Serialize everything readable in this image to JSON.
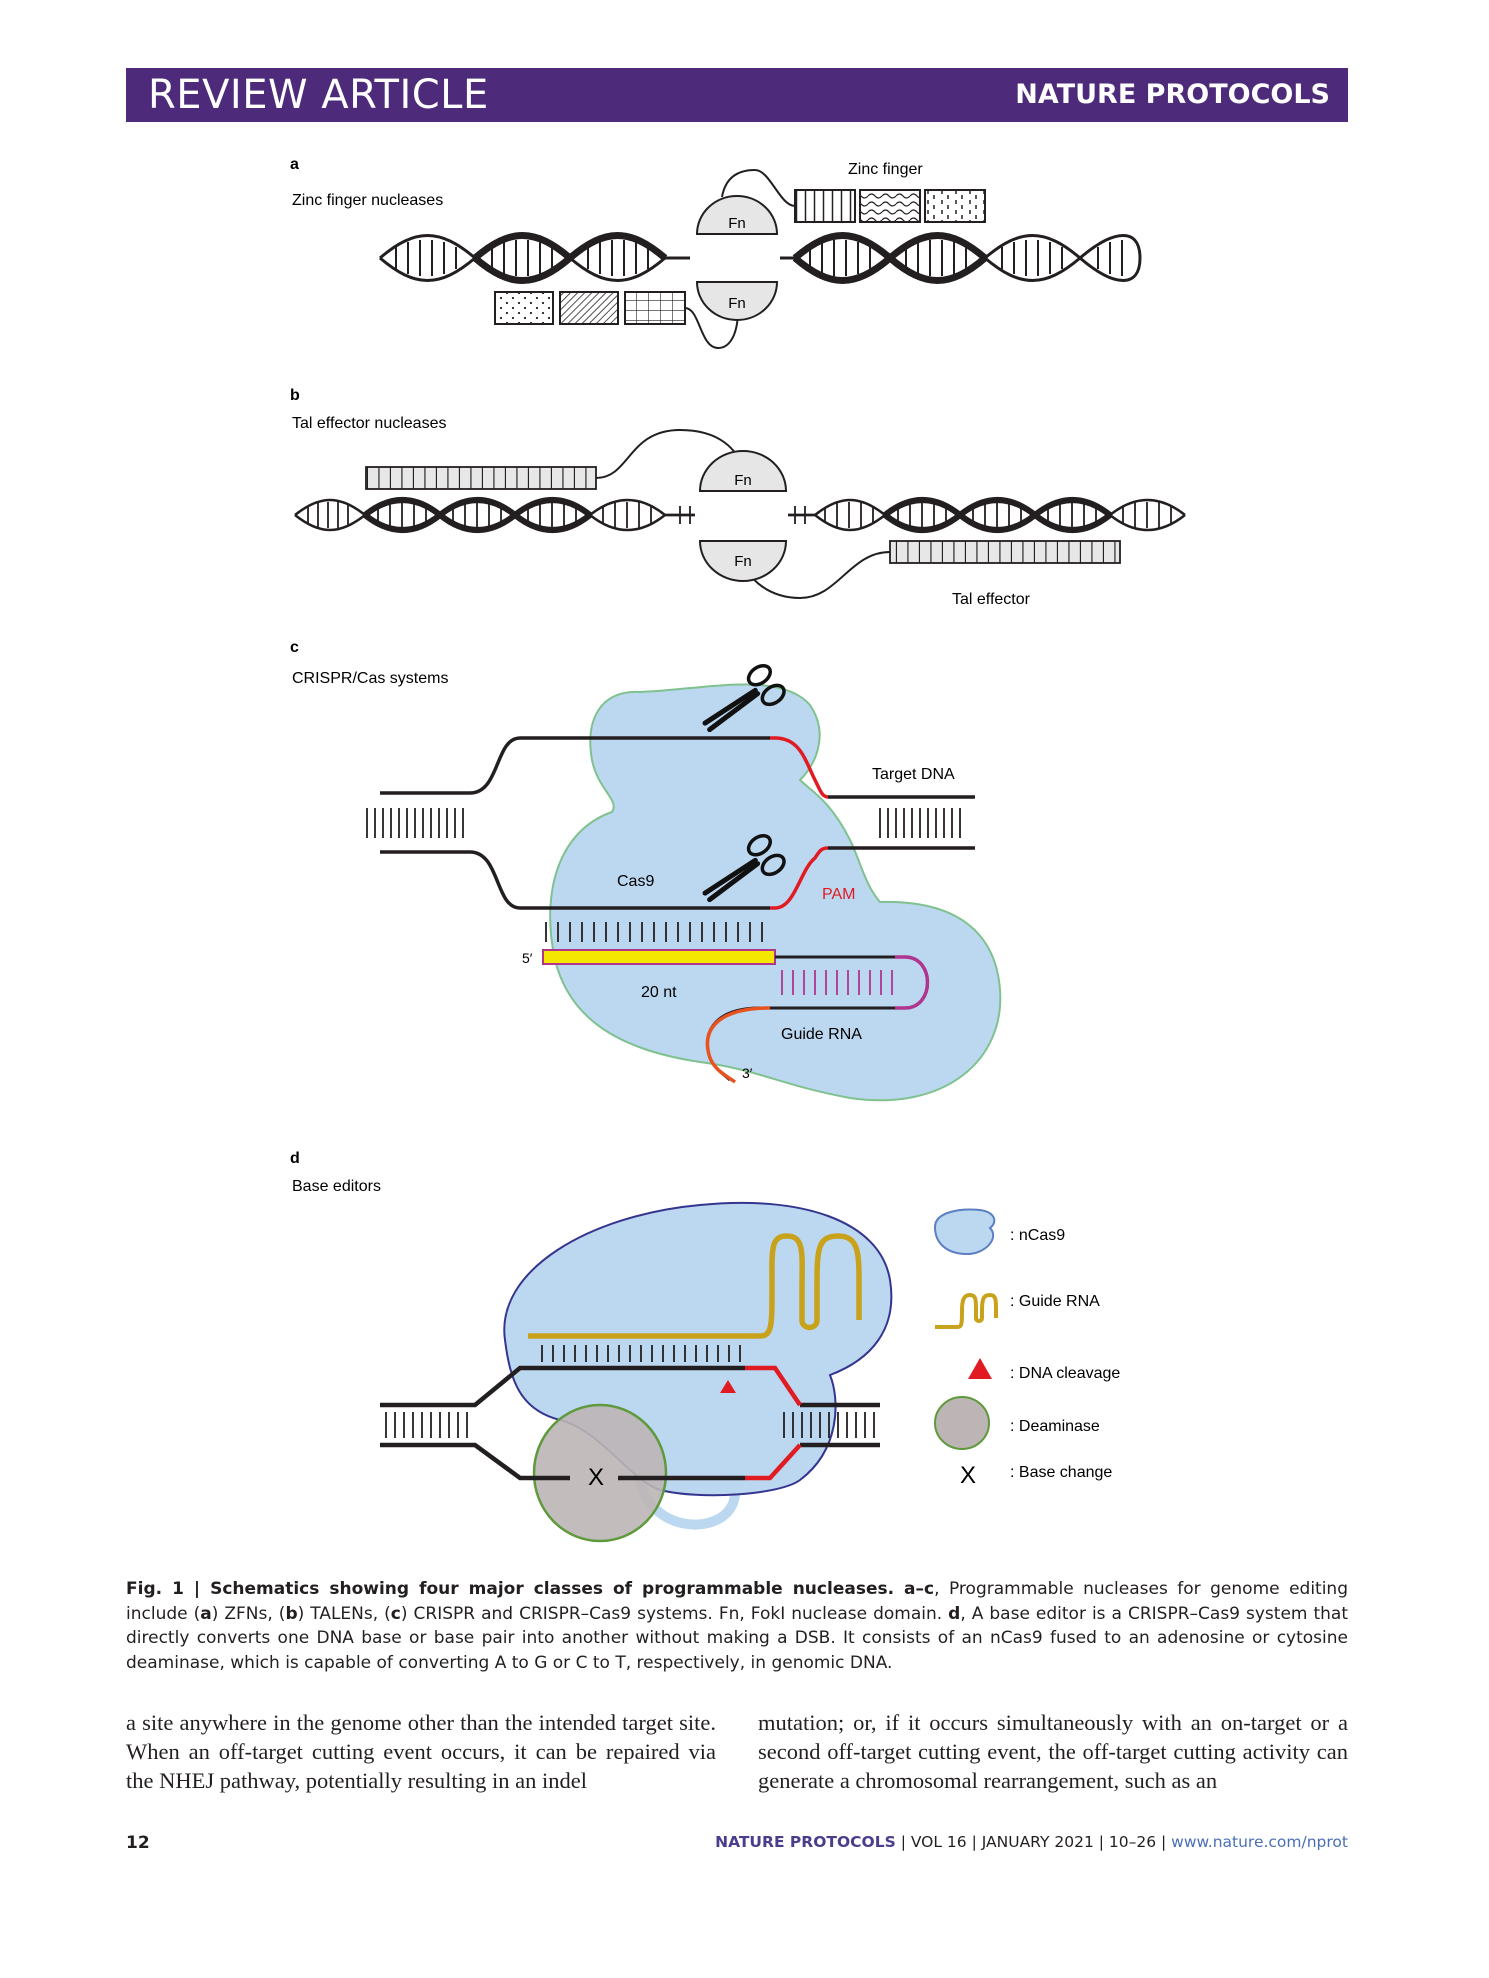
{
  "header": {
    "left": "REVIEW ARTICLE",
    "right": "NATURE PROTOCOLS"
  },
  "panels": {
    "a": {
      "letter": "a",
      "title": "Zinc finger nucleases",
      "zinc_finger_label": "Zinc finger",
      "fn_top": "Fn",
      "fn_bottom": "Fn"
    },
    "b": {
      "letter": "b",
      "title": "Tal effector nucleases",
      "fn_top": "Fn",
      "fn_bottom": "Fn",
      "tal_label": "Tal effector"
    },
    "c": {
      "letter": "c",
      "title": "CRISPR/Cas systems",
      "target_dna": "Target DNA",
      "cas9": "Cas9",
      "pam": "PAM",
      "five_prime": "5′",
      "twenty_nt": "20 nt",
      "guide_rna": "Guide RNA",
      "three_prime": "3′"
    },
    "d": {
      "letter": "d",
      "title": "Base editors",
      "x_mark": "X",
      "legend": [
        {
          "icon": "ncas9-icon",
          "label": ": nCas9"
        },
        {
          "icon": "guide-rna-icon",
          "label": ": Guide RNA"
        },
        {
          "icon": "dna-cleavage-icon",
          "label": ": DNA cleavage"
        },
        {
          "icon": "deaminase-icon",
          "label": ": Deaminase"
        },
        {
          "icon": "base-change-icon",
          "symbol": "X",
          "label": ": Base change"
        }
      ]
    }
  },
  "colors": {
    "header_bg": "#4e2a7a",
    "cas_blue": "#bcd7f0",
    "pam_red": "#e11b22",
    "guide_yellow": "#f4e600",
    "guide_gold": "#c9a21c",
    "deaminase_gray": "#bdb5b5"
  },
  "caption": {
    "lead": "Fig. 1 | Schematics showing four major classes of programmable nucleases. a–c",
    "t1": ", Programmable nucleases for genome editing include (",
    "a": "a",
    "t2": ") ZFNs, (",
    "b": "b",
    "t3": ") TALENs, (",
    "c": "c",
    "t4": ") CRISPR and CRISPR–Cas9 systems. Fn, FokI nuclease domain. ",
    "d": "d",
    "t5": ", A base editor is a CRISPR–Cas9 system that directly converts one DNA base or base pair into another without making a DSB. It consists of an nCas9 fused to an adenosine or cytosine deaminase, which is capable of converting A to G or C to T, respectively, in genomic DNA."
  },
  "body": {
    "col1": "a site anywhere in the genome other than the intended target site. When an off-target cutting event occurs, it can be repaired via the NHEJ pathway, potentially resulting in an indel",
    "col2": "mutation; or, if it occurs simultaneously with an on-target or a second off-target cutting event, the off-target cutting activity can generate a chromosomal rearrangement, such as an"
  },
  "footer": {
    "page": "12",
    "journal": "NATURE PROTOCOLS",
    "vol": " | VOL 16 | JANUARY 2021 | 10–26 | ",
    "url": "www.nature.com/nprot"
  }
}
